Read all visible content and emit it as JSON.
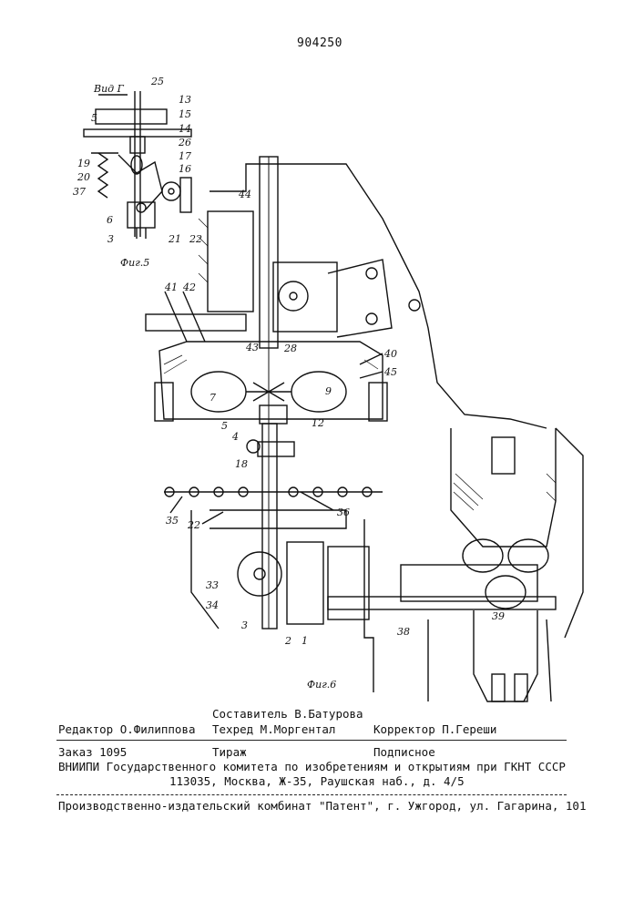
{
  "header": {
    "patent_number": "904250"
  },
  "figures": {
    "fig5": {
      "view_label": "Вид Г",
      "caption": "Фиг.5",
      "labels": [
        "25",
        "13",
        "5",
        "15",
        "14",
        "26",
        "17",
        "16",
        "19",
        "20",
        "37",
        "6",
        "21",
        "22",
        "3"
      ]
    },
    "fig6": {
      "caption": "Фиг.6",
      "labels": [
        "44",
        "41",
        "42",
        "43",
        "28",
        "40",
        "45",
        "7",
        "9",
        "5",
        "4",
        "12",
        "18",
        "35",
        "22",
        "36",
        "33",
        "34",
        "3",
        "2",
        "1",
        "38",
        "39"
      ]
    }
  },
  "colophon": {
    "editor": "Редактор О.Филиппова",
    "compiler": "Составитель В.Батурова",
    "techred": "Техред М.Моргентал",
    "corrector": "Корректор П.Гереши",
    "order": "Заказ 1095",
    "circulation": "Тираж",
    "subscription": "Подписное",
    "institute_line": "ВНИИПИ Государственного комитета по изобретениям и открытиям при ГКНТ СССР",
    "address_line": "113035, Москва, Ж-35, Раушская наб., д. 4/5",
    "publisher_line": "Производственно-издательский комбинат \"Патент\", г. Ужгород, ул. Гагарина, 101"
  }
}
